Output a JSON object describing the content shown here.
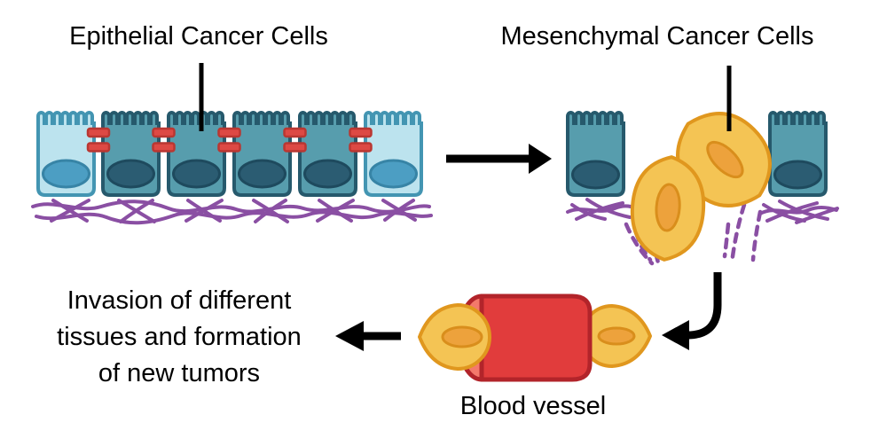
{
  "diagram": {
    "labels": {
      "epithelial": "Epithelial Cancer Cells",
      "mesenchymal": "Mesenchymal Cancer Cells",
      "invasion_line1": "Invasion of different",
      "invasion_line2": "tissues and formation",
      "invasion_line3": "of new tumors",
      "blood_vessel": "Blood vessel"
    },
    "colors": {
      "epithelial_cell_fill": "#579DAD",
      "epithelial_cell_stroke": "#26596C",
      "epithelial_cell_light_fill": "#BCE3EE",
      "epithelial_cell_light_stroke": "#4395B2",
      "nucleus_dark_fill": "#2B5C72",
      "nucleus_light_fill": "#4C9EC3",
      "junction_fill": "#DD4944",
      "junction_stroke": "#B93732",
      "mesenchymal_fill": "#F4C454",
      "mesenchymal_stroke": "#E0971E",
      "mesenchymal_nucleus_fill": "#EDA23C",
      "vessel_fill": "#E13C3C",
      "vessel_stroke": "#B2242A",
      "vessel_opening_fill": "#F4796B",
      "matrix_purple": "#8A4FA3",
      "arrow_black": "#000000"
    }
  }
}
